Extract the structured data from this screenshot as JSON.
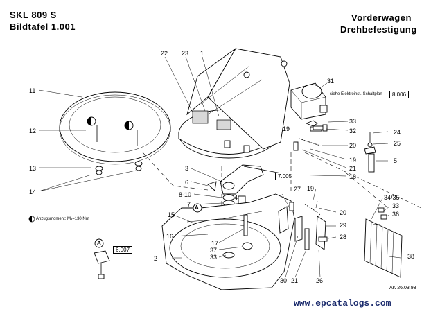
{
  "header": {
    "model": "SKL 809 S",
    "plate": "Bildtafel 1.001",
    "title_line1": "Vorderwagen",
    "title_line2": "Drehbefestigung"
  },
  "callouts": [
    "1",
    "2",
    "3",
    "4",
    "5",
    "6",
    "7",
    "8-10",
    "11",
    "12",
    "13",
    "14",
    "15",
    "16",
    "17",
    "18",
    "19",
    "19",
    "19",
    "20",
    "20",
    "21",
    "21",
    "22",
    "23",
    "24",
    "25",
    "26",
    "27",
    "28",
    "29",
    "30",
    "31",
    "32",
    "33",
    "33",
    "33",
    "34/35",
    "36",
    "37",
    "38"
  ],
  "refs": {
    "elektro_note": "siehe Elektroinst.-Schaltplan",
    "elektro_ref": "8.006",
    "ref_7005": "7.005",
    "ref_6007": "6.007",
    "circle_label": "A"
  },
  "torque_note": "Anzugsmoment: Mₐ=130 Nm",
  "stamp": "AK 26.03.93",
  "footer": "www.epcatalogs.com",
  "colors": {
    "line": "#000000",
    "footer": "#1a2a6c",
    "background": "#ffffff"
  }
}
